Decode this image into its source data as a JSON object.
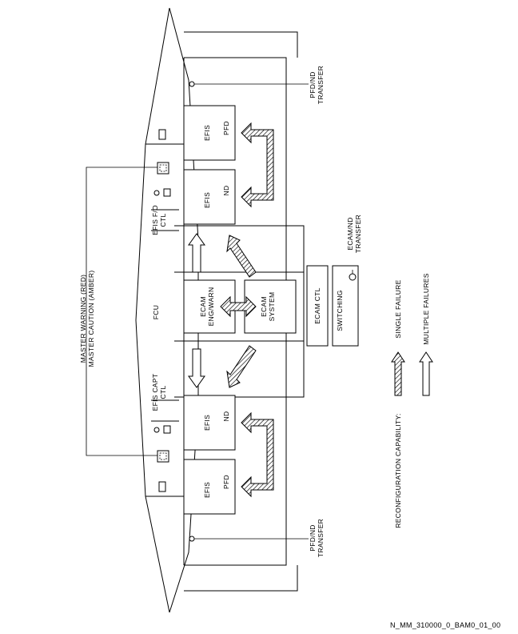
{
  "labels": {
    "efis_fo_ctl": [
      "EFIS F/O",
      "CTL"
    ],
    "efis_capt_ctl": [
      "EFIS CAPT",
      "CTL"
    ],
    "fcu": "FCU",
    "master_warning": [
      "MASTER WARNING (RED)",
      "MASTER CAUTION (AMBER)"
    ],
    "efis": "EFIS",
    "pfd": "PFD",
    "nd": "ND",
    "ecam_engwarn": [
      "ECAM",
      "ENG/WARN"
    ],
    "ecam_system": [
      "ECAM",
      "SYSTEM"
    ],
    "ecam_ctl": "ECAM CTL",
    "switching": "SWITCHING",
    "ecam_nd_transfer": [
      "ECAM/ND",
      "TRANSFER"
    ],
    "pfd_nd_transfer": [
      "PFD/ND",
      "TRANSFER"
    ],
    "reconfiguration": "RECONFIGURATION CAPABILITY:",
    "single_failure": "SINGLE FAILURE",
    "multiple_failures": "MULTIPLE FAILURES"
  },
  "reference": "N_MM_310000_0_BAM0_01_00"
}
